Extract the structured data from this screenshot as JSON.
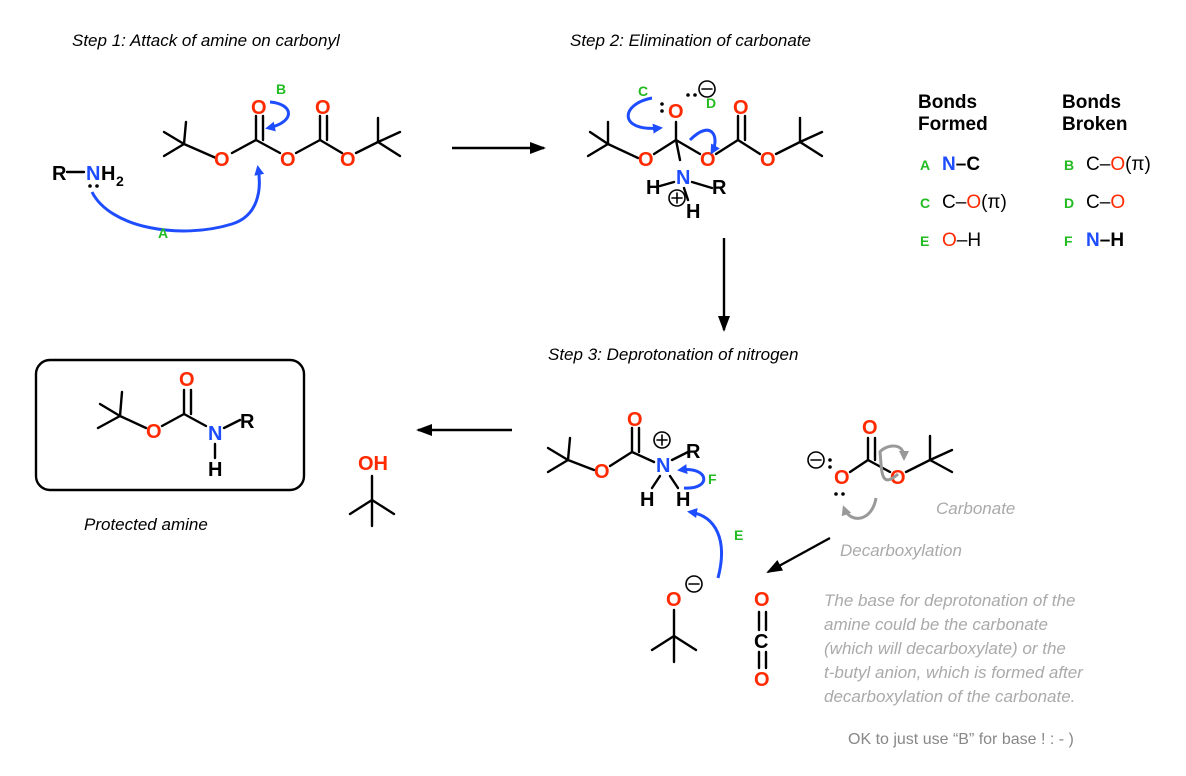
{
  "steps": {
    "step1": "Step 1: Attack of amine on carbonyl",
    "step2": "Step 2: Elimination of carbonate",
    "step3": "Step 3: Deprotonation of nitrogen"
  },
  "atoms": {
    "O": "O",
    "N": "N",
    "H": "H",
    "H2": "2",
    "R": "R",
    "C": "C",
    "OH": "OH",
    "NH": "N"
  },
  "arrow_labels": {
    "A": "A",
    "B": "B",
    "C": "C",
    "D": "D",
    "E": "E",
    "F": "F"
  },
  "table": {
    "formed_header_1": "Bonds",
    "formed_header_2": "Formed",
    "broken_header_1": "Bonds",
    "broken_header_2": "Broken",
    "formed": [
      {
        "label": "A",
        "left": "N",
        "dash": "–",
        "right": "C"
      },
      {
        "label": "C",
        "left": "C",
        "dash": "–",
        "right": "O",
        "suffix": "(π)"
      },
      {
        "label": "E",
        "left": "O",
        "dash": "–",
        "right": "H"
      }
    ],
    "broken": [
      {
        "label": "B",
        "left": "C",
        "dash": "–",
        "right": "O",
        "suffix": "(π)"
      },
      {
        "label": "D",
        "left": "C",
        "dash": "–",
        "right": "O"
      },
      {
        "label": "F",
        "left": "N",
        "dash": "–",
        "right": "H"
      }
    ]
  },
  "captions": {
    "protected": "Protected amine",
    "carbonate": "Carbonate",
    "decarboxylation": "Decarboxylation"
  },
  "note": {
    "lines": [
      "The base for deprotonation of the",
      "amine could be the carbonate",
      "(which will decarboxylate) or the",
      "t-butyl anion, which is formed after",
      "decarboxylation of the carbonate."
    ],
    "ok": "OK to just use “B” for base ! : - )"
  },
  "colors": {
    "oxygen": "#ff2a00",
    "nitrogen": "#1e4dff",
    "label": "#22bb22",
    "grey": "#999999"
  }
}
